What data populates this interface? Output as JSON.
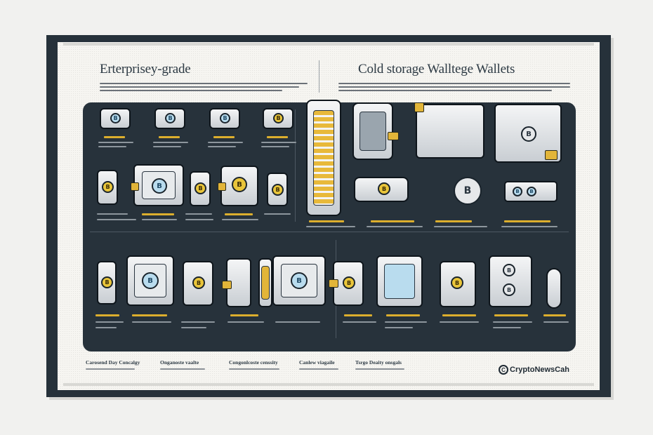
{
  "poster": {
    "heading_left": "Erterprisey-grade",
    "heading_right": "Cold storage Walltege Wallets"
  },
  "footer": {
    "columns": [
      "Carosend Day Concalgy",
      "Onganoste vaalte",
      "Congonlcoste censsity",
      "Canlew viagaile",
      "Tsrgo Deaity onsgals"
    ],
    "brand": "CryptoNewsCah"
  },
  "colors": {
    "frame": "#26313a",
    "panel": "#27323b",
    "paper": "#f6f5f1",
    "gold": "#e9c53a",
    "ice_blue": "#b9dcee"
  },
  "icons": {
    "coin_symbol": "B",
    "brand_logo": "C"
  }
}
